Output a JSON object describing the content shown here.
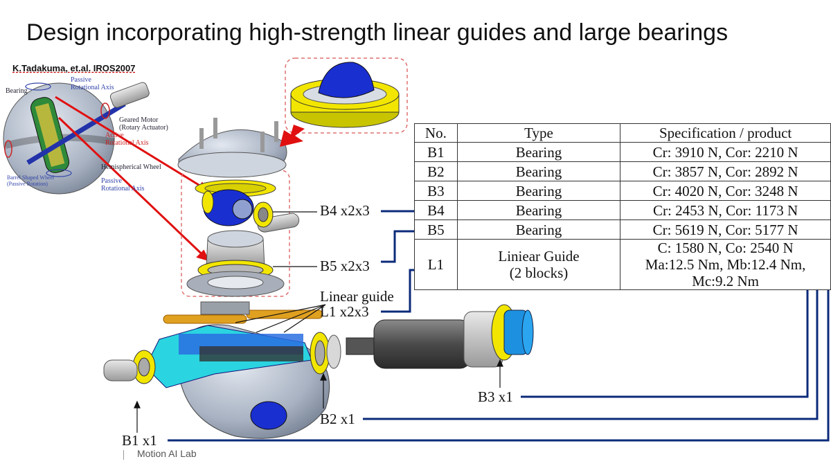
{
  "title": "Design incorporating high-strength linear guides and large bearings",
  "reference": "K.Tadakuma, et.al. IROS2007",
  "footer": "Motion AI Lab",
  "inset_labels": {
    "bearing": "Bearing",
    "passive_axis_1": "Passive",
    "passive_axis_1b": "Rotational Axis",
    "geared_motor": "Geared Motor",
    "rotary_actuator": "(Rotary Actuator)",
    "active_axis": "Active",
    "active_axis_b": "Rotational Axis",
    "hemispherical_wheel": "Hemispherical Wheel",
    "barrel_wheel": "Barrel Shaped Wheel",
    "barrel_wheel_b": "(Passive Rotation)",
    "passive_axis_2": "Passive",
    "passive_axis_2b": "Rotational Axis"
  },
  "callouts": {
    "b4": "B4 x2x3",
    "b5": "B5 x2x3",
    "linear_guide": "Linear guide",
    "l1": "L1 x2x3",
    "b3": "B3 x1",
    "b2": "B2 x1",
    "b1": "B1 x1"
  },
  "table": {
    "headers": [
      "No.",
      "Type",
      "Specification / product"
    ],
    "rows": [
      {
        "no": "B1",
        "type": "Bearing",
        "spec": "Cr: 3910 N, Cor: 2210 N"
      },
      {
        "no": "B2",
        "type": "Bearing",
        "spec": "Cr: 3857 N, Cor: 2892 N"
      },
      {
        "no": "B3",
        "type": "Bearing",
        "spec": "Cr: 4020 N, Cor: 3248 N"
      },
      {
        "no": "B4",
        "type": "Bearing",
        "spec": "Cr: 2453 N, Cor: 1173 N"
      },
      {
        "no": "B5",
        "type": "Bearing",
        "spec": "Cr: 5619 N, Cor: 5177 N"
      }
    ],
    "l1": {
      "no": "L1",
      "type_1": "Liniear Guide",
      "type_2": "(2 blocks)",
      "spec_1": "C: 1580 N, Co: 2540 N",
      "spec_2": "Ma:12.5 Nm, Mb:12.4 Nm,",
      "spec_3": "Mc:9.2 Nm"
    }
  },
  "colors": {
    "connector": "#0b2a7a",
    "bearing_yellow": "#f2e600",
    "wheel_blue": "#1a2fd0",
    "body_cyan": "#2ad4e0",
    "shell_gray": "#b7bfcc",
    "red_arrow": "#e01010"
  }
}
